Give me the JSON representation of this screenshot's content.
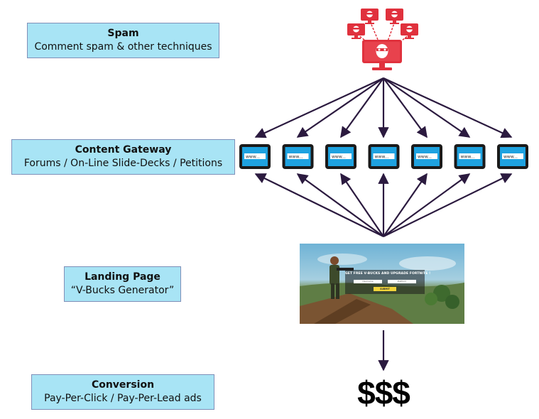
{
  "stages": {
    "spam": {
      "title": "Spam",
      "subtitle": "Comment spam & other techniques"
    },
    "gateway": {
      "title": "Content Gateway",
      "subtitle": "Forums / On-Line Slide-Decks / Petitions"
    },
    "landing": {
      "title": "Landing Page",
      "subtitle": "“V-Bucks Generator”"
    },
    "conversion": {
      "title": "Conversion",
      "subtitle": "Pay-Per-Click / Pay-Per-Lead ads"
    }
  },
  "gateway_devices": {
    "count": 7,
    "screen_text": "www..."
  },
  "landing_screenshot": {
    "promo_title": "GET FREE V-BUCKS AND UPGRADE FORTNITE !",
    "field_left": "Username",
    "field_right": "Platform",
    "button": "SUBMIT"
  },
  "conversion_symbol": "$$$",
  "icons": {
    "spam_source": "hacker-monitor-icon",
    "spam_nodes": "infected-monitor-icon",
    "gateway_item": "tablet-browser-icon"
  },
  "colors": {
    "label_fill": "#a8e4f5",
    "arrow": "#2b1a3f",
    "monitor": "#e0313d",
    "tablet_screen": "#1ea2e0"
  }
}
